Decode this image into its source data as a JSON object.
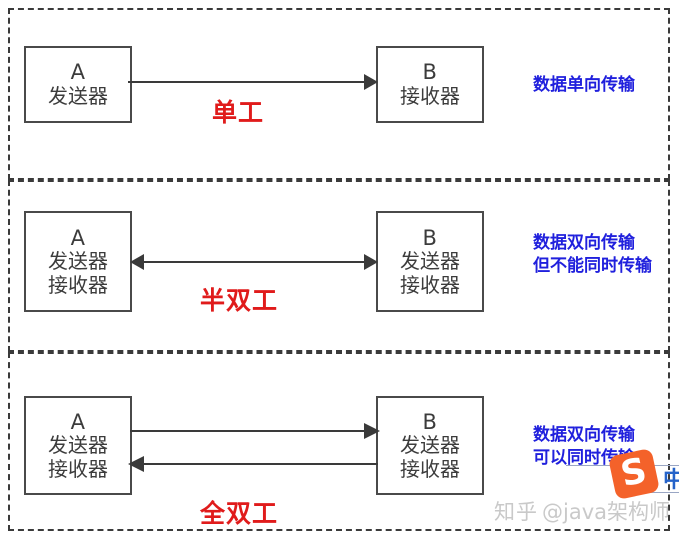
{
  "diagram": {
    "title_hidden": "",
    "colors": {
      "box_border": "#4a4a4a",
      "panel_border": "#3a3a3a",
      "mode_label": "#e01b1b",
      "description": "#2020dd",
      "arrow": "#3a3a3a",
      "watermark": "#c9c9c9",
      "sogou_orange": "#f4622a",
      "sogou_blue": "#2563c9"
    },
    "panels": [
      {
        "key": "simplex",
        "mode_label": "单工",
        "description_lines": [
          "数据单向传输"
        ],
        "arrow_kind": "single-right",
        "left_node": {
          "id": "A",
          "roles": [
            "发送器"
          ]
        },
        "right_node": {
          "id": "B",
          "roles": [
            "接收器"
          ]
        }
      },
      {
        "key": "half-duplex",
        "mode_label": "半双工",
        "description_lines": [
          "数据双向传输",
          "但不能同时传输"
        ],
        "arrow_kind": "double-headed",
        "left_node": {
          "id": "A",
          "roles": [
            "发送器",
            "接收器"
          ]
        },
        "right_node": {
          "id": "B",
          "roles": [
            "发送器",
            "接收器"
          ]
        }
      },
      {
        "key": "full-duplex",
        "mode_label": "全双工",
        "description_lines": [
          "数据双向传输",
          "可以同时传输"
        ],
        "arrow_kind": "two-parallel",
        "left_node": {
          "id": "A",
          "roles": [
            "发送器",
            "接收器"
          ]
        },
        "right_node": {
          "id": "B",
          "roles": [
            "发送器",
            "接收器"
          ]
        }
      }
    ]
  },
  "watermark": {
    "site": "知乎",
    "handle": "@java架构师"
  },
  "sogou_overlay": {
    "logo_letter": "S",
    "cn_glyph": "中"
  }
}
